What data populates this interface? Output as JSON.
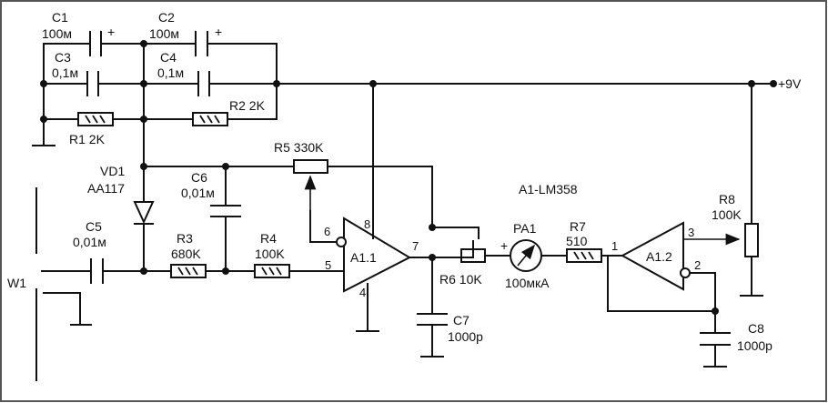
{
  "components": {
    "c1": {
      "ref": "C1",
      "value": "100м",
      "polarity": "+"
    },
    "c2": {
      "ref": "C2",
      "value": "100м",
      "polarity": "+"
    },
    "c3": {
      "ref": "C3",
      "value": "0,1м"
    },
    "c4": {
      "ref": "C4",
      "value": "0,1м"
    },
    "r1": {
      "ref": "R1 2K"
    },
    "r2": {
      "ref": "R2 2K"
    },
    "r5": {
      "ref": "R5 330K"
    },
    "vd1": {
      "ref": "VD1",
      "value": "AA117"
    },
    "c6": {
      "ref": "C6",
      "value": "0,01м"
    },
    "c5": {
      "ref": "C5",
      "value": "0,01м"
    },
    "r3": {
      "ref": "R3",
      "value": "680K"
    },
    "r4": {
      "ref": "R4",
      "value": "100K"
    },
    "w1": {
      "ref": "W1"
    },
    "a11": {
      "ref": "A1.1",
      "pins": {
        "p6": "6",
        "p8": "8",
        "p5": "5",
        "p4": "4",
        "p7": "7"
      }
    },
    "a1": {
      "ref": "A1-LM358"
    },
    "r6": {
      "ref": "R6 10K"
    },
    "pa1": {
      "ref": "PA1",
      "value": "100мкА",
      "polarity": "+"
    },
    "r7": {
      "ref": "R7",
      "value": "510"
    },
    "c7": {
      "ref": "C7",
      "value": "1000p"
    },
    "a12": {
      "ref": "A1.2",
      "pins": {
        "p1": "1",
        "p3": "3",
        "p2": "2"
      }
    },
    "r8": {
      "ref": "R8",
      "value": "100K"
    },
    "c8": {
      "ref": "C8",
      "value": "1000p"
    }
  },
  "supply": {
    "label": "+9V"
  },
  "colors": {
    "ink": "#111111",
    "background": "#ffffff",
    "frame": "#555555"
  }
}
